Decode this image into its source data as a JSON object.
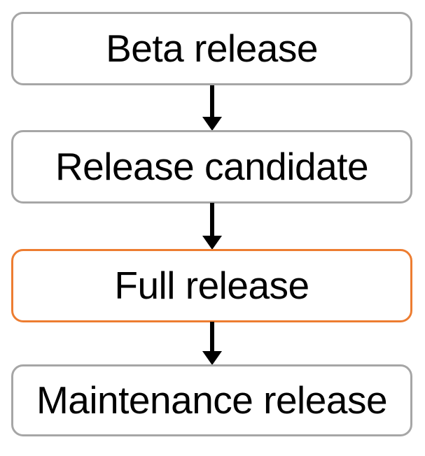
{
  "diagram": {
    "type": "flowchart",
    "direction": "top-down",
    "nodes": [
      {
        "label": "Beta release",
        "highlighted": false
      },
      {
        "label": "Release candidate",
        "highlighted": false
      },
      {
        "label": "Full release",
        "highlighted": true
      },
      {
        "label": "Maintenance release",
        "highlighted": false
      }
    ],
    "edges": [
      {
        "from": "Beta release",
        "to": "Release candidate",
        "style": "arrow-down"
      },
      {
        "from": "Release candidate",
        "to": "Full release",
        "style": "arrow-down"
      },
      {
        "from": "Full release",
        "to": "Maintenance release",
        "style": "arrow-down"
      }
    ],
    "colors": {
      "node_border": "#a6a6a6",
      "highlight_border": "#ed7d31",
      "arrow": "#000000",
      "text": "#000000",
      "background": "#ffffff"
    }
  }
}
